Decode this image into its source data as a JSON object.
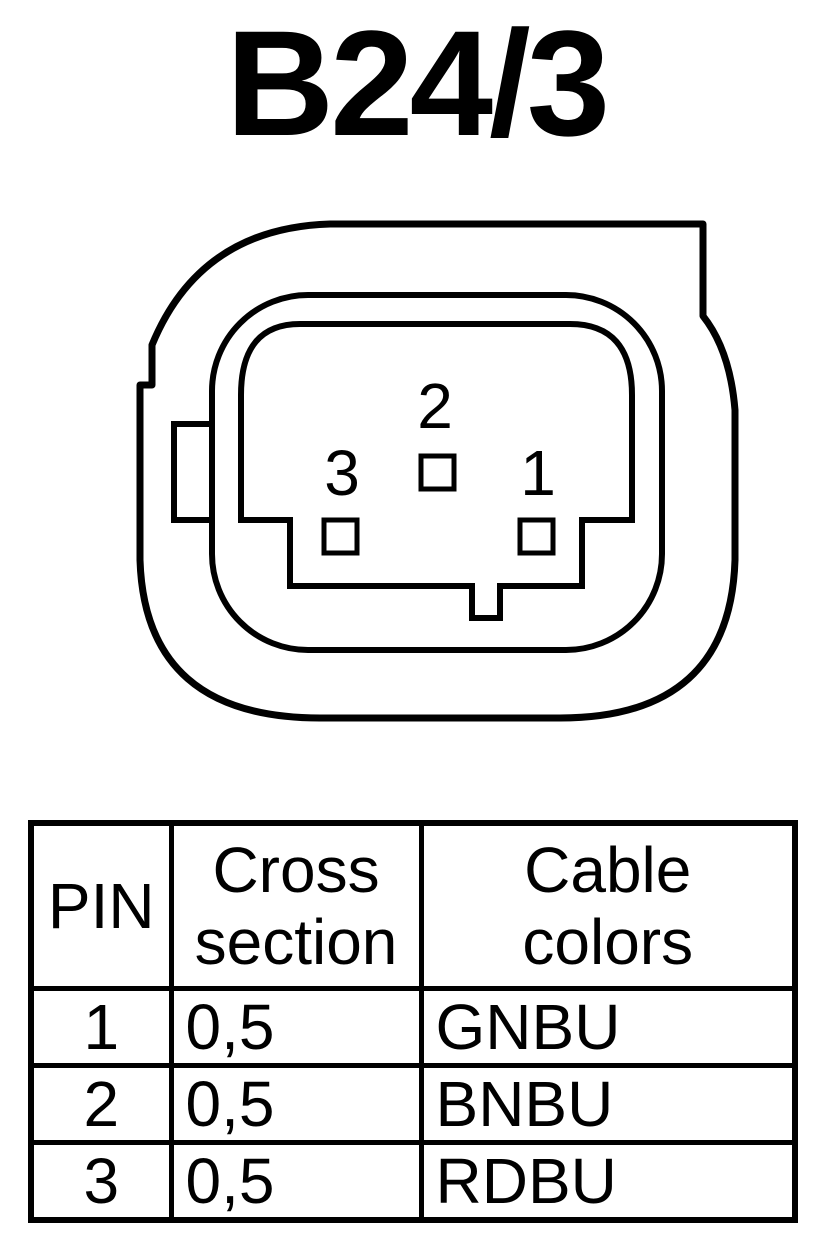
{
  "title": "B24/3",
  "connector": {
    "pins": [
      {
        "label": "2"
      },
      {
        "label": "3"
      },
      {
        "label": "1"
      }
    ]
  },
  "table": {
    "headers": [
      {
        "line1": "PIN",
        "line2": ""
      },
      {
        "line1": "Cross",
        "line2": "section"
      },
      {
        "line1": "Cable",
        "line2": "colors"
      }
    ],
    "rows": [
      {
        "pin": "1",
        "cross_section": "0,5",
        "color": "GNBU"
      },
      {
        "pin": "2",
        "cross_section": "0,5",
        "color": "BNBU"
      },
      {
        "pin": "3",
        "cross_section": "0,5",
        "color": "RDBU"
      }
    ]
  }
}
